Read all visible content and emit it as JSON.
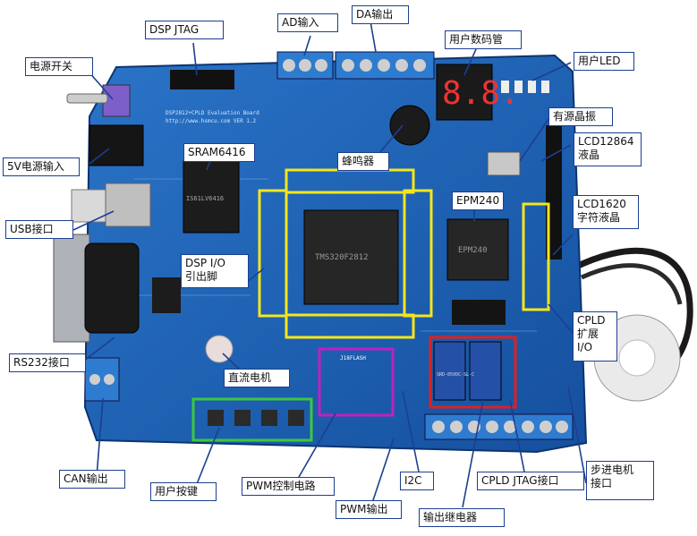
{
  "labels": {
    "dsp_jtag": "DSP JTAG",
    "ad_in": "AD输入",
    "da_out": "DA输出",
    "user_7seg": "用户数码管",
    "user_led": "用户LED",
    "power_switch": "电源开关",
    "active_crystal": "有源晶振",
    "lcd12864_line1": "LCD12864",
    "lcd12864_line2": "液晶",
    "sram": "SRAM6416",
    "buzzer": "蜂鸣器",
    "power_5v": "5V电源输入",
    "epm240": "EPM240",
    "lcd1620_line1": "LCD1620",
    "lcd1620_line2": "字符液晶",
    "usb": "USB接口",
    "dsp_io_line1": "DSP I/O",
    "dsp_io_line2": "引出脚",
    "cpld_ext_line1": "CPLD",
    "cpld_ext_line2": "扩展",
    "cpld_ext_line3": "I/O",
    "rs232": "RS232接口",
    "dc_motor": "直流电机",
    "can": "CAN输出",
    "user_keys": "用户按键",
    "pwm_circuit": "PWM控制电路",
    "i2c": "I2C",
    "cpld_jtag": "CPLD JTAG接口",
    "stepper_line1": "步进电机",
    "stepper_line2": "接口",
    "pwm_out": "PWM输出",
    "relay_out": "输出继电器"
  },
  "board": {
    "seven_seg_digits": "8.8.",
    "board_title": "DSP2812+CPLD Evaluation Board",
    "board_url": "http://www.hsmcu.com  VER 1.2",
    "chip_dsp": "TMS320F2812",
    "chip_cpld": "EPM240",
    "chip_sram": "IS61LV6416",
    "relay_text": "SRD-05VDC-SL-C",
    "flash_text": "J18FLASH"
  },
  "colors": {
    "pcb": "#1f63b5",
    "pcb_dark": "#0f3f85",
    "callout_border": "#1c3f8f",
    "leader": "#1c3f8f",
    "highlight_yellow": "#f5e61a",
    "highlight_green": "#3cc83c",
    "highlight_magenta": "#c020c0",
    "highlight_red": "#e02020"
  }
}
